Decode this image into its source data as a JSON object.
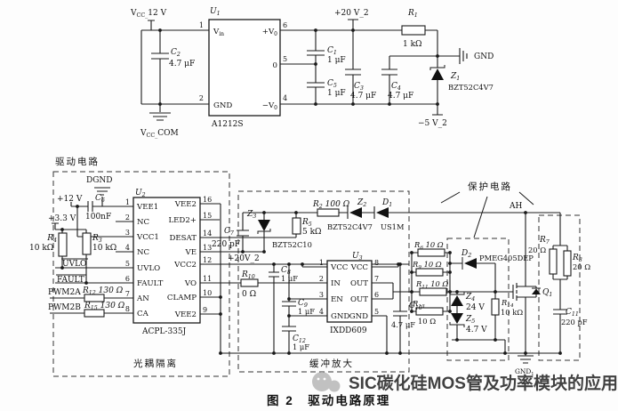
{
  "colors": {
    "wire": "#1a1a1a",
    "watermark_gray": "#b3b3b3"
  },
  "labels": {
    "vcc12": "V~CC_~12 V",
    "vcccom": "V~CC_~COM",
    "c2_ref": "C~2~",
    "c2_val": "4.7 μF",
    "p20v2_top": "+20 V_2",
    "c1_ref": "C~1~",
    "c1_val": "1 μF",
    "c5_ref": "C~5~",
    "c5_val": "1 μF",
    "c3_ref": "C~3~",
    "c3_val": "4.7 μF",
    "c4_ref": "C~4~",
    "c4_val": "4.7 μF",
    "r1_ref": "R~1~",
    "r1_val": "1 kΩ",
    "gnd_top": "GND",
    "z1_ref": "Z~1~",
    "z1_val": "BZT52C4V7",
    "n5v2": "−5 V_2",
    "drv_box": "驱动电路",
    "dgnd": "DGND",
    "p12": "+12 V",
    "c6_ref": "C~6~",
    "c6_val": "100nF",
    "p33": "+3.3 V",
    "r4_ref": "R~4~",
    "r4_val": "10 kΩ",
    "r3_ref": "R~3~",
    "r3_val": "10 kΩ",
    "uvlo": "UVLO",
    "fault": "FAULT",
    "pwm2a": "PWM2A",
    "pwm2b": "PWM2B",
    "r12": "R~12~ 130 Ω",
    "r15": "R~15~ 130 Ω",
    "guangou": "光耦隔离",
    "p20v2_buf": "+20V_2",
    "z3_ref": "Z~3~",
    "z3_val": "BZT52C10",
    "c7_ref": "C~7~",
    "c7_val": "220 pF",
    "r5_ref": "R~5~",
    "r5_val": "5 kΩ",
    "r2": "R~2~ 100 Ω",
    "z2_ref": "Z~2~",
    "z2_val": "BZT52C4V7",
    "d1_ref": "D~1~",
    "d1_val": "US1M",
    "c8_ref": "C~8~",
    "c8_val": "1 μF",
    "r10_ref": "R~10~",
    "r10_val": "0 Ω",
    "c9_ref": "C~9~",
    "c9_val": "1 μF",
    "c12_ref": "C~12~",
    "c12_val": "1 μF",
    "c10_ref": "C~10~",
    "c10_val": "4.7 μF",
    "huanchong": "缓冲放大",
    "baohu": "保护电路",
    "ah": "AH",
    "r6": "R~6~ 10 Ω",
    "r9": "R~9~ 10 Ω",
    "r11": "R~11~ 10 Ω",
    "r13_ref": "R~13~",
    "r13_val": "10 Ω",
    "d2_ref": "D~2~",
    "d2_val": "PMEG405DEP",
    "z4_ref": "Z~4~",
    "z4_val": "24 V",
    "z5_ref": "Z~5~",
    "z5_val": "4.7 V",
    "r14_ref": "R~14~",
    "r14_val": "10 kΩ",
    "r7_ref": "R~7~",
    "r7_val": "20 Ω",
    "r8_ref": "R~8~",
    "r8_val": "20 Ω",
    "c11_ref": "C~11~",
    "c11_val": "220 pF",
    "q1_ref": "Q~1~",
    "gnd1": "GND~1~"
  },
  "u1": {
    "ref": "U~1~",
    "part": "A1212S",
    "pins_left": [
      {
        "n": "1",
        "name": "V~in~"
      },
      {
        "n": "2",
        "name": "GND"
      }
    ],
    "pins_right": [
      {
        "n": "6",
        "name": "+V~0~"
      },
      {
        "n": "5",
        "name": "0"
      },
      {
        "n": "4",
        "name": "−V~0~"
      }
    ]
  },
  "u2": {
    "ref": "U~2~",
    "part": "ACPL-335J",
    "pins_left": [
      {
        "n": "1",
        "name": "VEE1"
      },
      {
        "n": "2",
        "name": "NC"
      },
      {
        "n": "3",
        "name": "VCC1"
      },
      {
        "n": "4",
        "name": "NC"
      },
      {
        "n": "5",
        "name": "UVLO"
      },
      {
        "n": "6",
        "name": "FAULT"
      },
      {
        "n": "7",
        "name": "AN"
      },
      {
        "n": "8",
        "name": "CA"
      }
    ],
    "pins_right": [
      {
        "n": "16",
        "name": "VEE2"
      },
      {
        "n": "15",
        "name": "LED2+"
      },
      {
        "n": "14",
        "name": "DESAT"
      },
      {
        "n": "13",
        "name": "VE"
      },
      {
        "n": "12",
        "name": "VCC2"
      },
      {
        "n": "11",
        "name": "VO"
      },
      {
        "n": "10",
        "name": "CLAMP"
      },
      {
        "n": "9",
        "name": "VEE2"
      }
    ]
  },
  "u3": {
    "ref": "U~3~",
    "part": "IXDD609",
    "pins_left": [
      {
        "n": "1",
        "name": "VCC"
      },
      {
        "n": "2",
        "name": "IN"
      },
      {
        "n": "3",
        "name": "EN"
      },
      {
        "n": "4",
        "name": "GND"
      }
    ],
    "pins_right": [
      {
        "n": "8",
        "name": "VCC"
      },
      {
        "n": "7",
        "name": "OUT"
      },
      {
        "n": "6",
        "name": "OUT"
      },
      {
        "n": "5",
        "name": "GND"
      }
    ]
  },
  "caption": "图 2　驱动电路原理",
  "watermark": "SIC碳化硅MOS管及功率模块的应用"
}
